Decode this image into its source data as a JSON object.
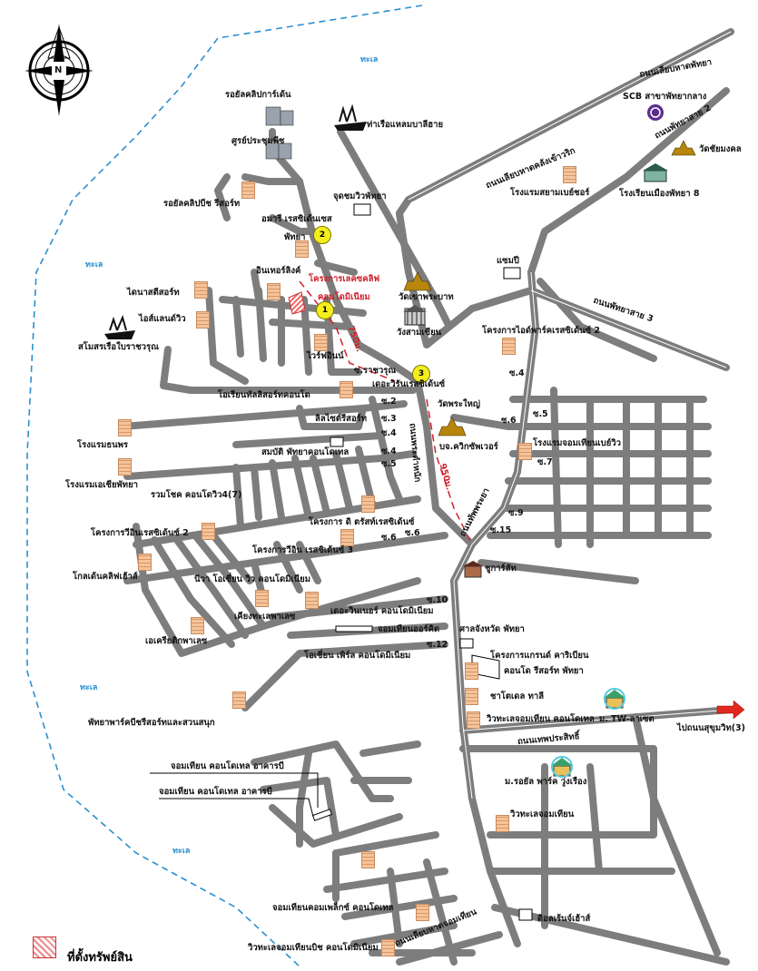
{
  "compass": {
    "north_label": "N"
  },
  "sea_labels": [
    {
      "id": "sea-1",
      "text": "ทะเล"
    },
    {
      "id": "sea-2",
      "text": "ทะเล"
    },
    {
      "id": "sea-3",
      "text": "ทะเล"
    },
    {
      "id": "sea-4",
      "text": "ทะเล"
    }
  ],
  "markers": [
    "1",
    "2",
    "3"
  ],
  "project": {
    "name_line1": "โครงการเลคซคลิฟ",
    "name_line2": "คอนโดมิเนียม",
    "distance_1": "750ม.",
    "distance_2": "950ม."
  },
  "places": [
    "รอยัลคลิปการ์เด้น",
    "ศูรย์ประชุมพีช",
    "ท่าเรือแหลมบาลีฮาย",
    "รอยัลคลิปบีช รีสอร์ท",
    "จุดชมวิวพัทยา",
    "อมารี เรสซิเด้นเซส",
    "พัทยา",
    "อินเทอร์ลิงค์",
    "ไดนาสตีสอร์ท",
    "ไอส์แลนด์วิว",
    "สโมสรเรือใบราชวรุณ",
    "ไวร์ฟอินน์",
    "โอเรียนทัลลิสอร์ทคอนโด",
    "วัดเขาพระบาท",
    "วังสามเซียน",
    "แซมปี",
    "โครงการไอด์พาร์คเรสซิเด้นซ์ 2",
    "เดอะวิรันเรสซิเด้นซ์",
    "ลิลไซต์รีสอร์ท",
    "วัดพระใหญ่",
    "บจ.ควิกซัพเวอร์",
    "โรงแรมธนพร",
    "สมบัติ พัทยาคอนโดเทล",
    "โรงแรมเอเชียพัทยา",
    "รวมโชค คอนโดวิว4(7)",
    "โรงแรมจอมเทียนเบย์วิว",
    "โครงการ ดิ ตรัสท์เรสซิเด้นซ์",
    "โครงการวีอินเรสซิเด้นซ์ 2",
    "โครงการวีอิน เรสซิเด้นซ์ 3",
    "โกลเด้นคลิฟเฮ้าส์",
    "นีวา โอเชี่ยน วิว คอนโดมิเนียม",
    "เคียงทะเลพาเลซ",
    "เดอะวินเนอร์ คอนโดมิเนียม",
    "จอมเทียนออร์คิด",
    "เอเครียติกพาเลซ",
    "ศาลจังหวัด พัทยา",
    "โครงการแกรนด์ คาริเบียน",
    "คอนโด รีสอร์ท พัทยา",
    "โอเชี่ยน เพิร์ล คอนโดมิเนียม",
    "ชาโตเดล ทาลี",
    "วิวทะเลจอมเทียน คอนโดเทล",
    "ชูการ์ลัท",
    "พัทยาพาร์คบีชรีสอร์ทและสวนสนุก",
    "ม. TW-ลาเซต",
    "ไปถนนสุขุมวิท(3)",
    "จอมเทียน คอนโดเทล อาคารบี",
    "จอมเทียน คอนโดเทล อาคารบี",
    "ม.รอยัล พาร์ค วู่งเรือง",
    "วิวทะเลจอมเทียน",
    "จอมเทียนคอมเพล็กซ์ คอนโดเทล",
    "ดิอลเร้นจ์เฮ้าส์",
    "วิวทะเลจอมเทียนบิช คอนโดมิเนียม",
    "SCB สาขาพัทยากลาง",
    "วัดชัยมงคล",
    "โรงแรมสยามเบย์ชอร์",
    "โรงเรียนเมืองพัทยา 8"
  ],
  "roads": [
    "ถนนเลียบหาดพัทยา",
    "ถนนพัทยาสาย 2",
    "ถนนเลียบหาดคลังเข้าวริก",
    "ถนนพัทยาสาย 3",
    "ถนนพระตำหนัก",
    "ถนนเทพประสิทธิ์",
    "ถนนเลียบหาดจอมเทียน",
    "ถนนทัพพระยา",
    "ซ.ราชวรุณ",
    "ซ.4",
    "ซ.2",
    "ซ.3",
    "ซ.4",
    "ซ.5",
    "ซ.6",
    "ซ.5",
    "ซ.6",
    "ซ.7",
    "ซ.9",
    "ซ.15",
    "ซ.10",
    "ซ.12",
    "ซ.6",
    "ซ.4"
  ],
  "legend": {
    "label": "ที่ตั้งทรัพย์สิน"
  },
  "colors": {
    "road": "#7d7d7d",
    "sea_outline": "#2a8fd0",
    "route": "#d0202a",
    "marker": "#f4ee1e"
  }
}
